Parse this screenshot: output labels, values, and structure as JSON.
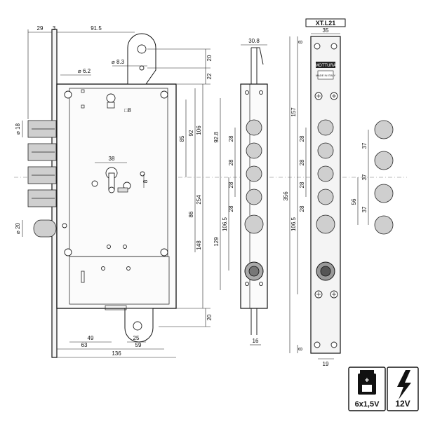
{
  "model_code": "XT.L21",
  "brand_badge": "MOTTURA",
  "made_in_badge": "MADE IN ITALY",
  "battery": {
    "label": "6x1,5V",
    "icon": "battery-icon",
    "sign": "+"
  },
  "voltage": {
    "label": "12V",
    "icon": "lightning-bolt-icon"
  },
  "dimensions": {
    "top_29": "29",
    "top_3": "3",
    "top_91_5": "91.5",
    "dia_8_3": "⌀ 8.3",
    "dia_6_2": "⌀ 6.2",
    "sq_8": "□8",
    "dia_18": "⌀ 18",
    "dia_20": "⌀ 20",
    "v_20_top": "20",
    "v_22": "22",
    "v_85": "85",
    "v_92": "92",
    "v_106": "106",
    "v_92_8": "92.8",
    "v_28_a": "28",
    "v_28_b": "28",
    "h_38": "38",
    "v_8": "8",
    "v_86": "86",
    "v_254": "254",
    "v_129": "129",
    "v_106_5": "106.5",
    "v_148": "148",
    "v_28_c": "28",
    "v_28_d": "28",
    "v_20_bot": "20",
    "h_49": "49",
    "h_63": "63",
    "h_25": "25",
    "h_59": "59",
    "h_136": "136",
    "h_30_8": "30.8",
    "h_16": "16",
    "h_35": "35",
    "v_8_top": "8",
    "v_157": "157",
    "v_356": "356",
    "v_106_5_right": "106.5",
    "v_28_r1": "28",
    "v_28_r2": "28",
    "v_28_r3": "28",
    "v_28_r4": "28",
    "v_8_bot": "8",
    "h_19": "19",
    "v_37_a": "37",
    "v_37_b": "37",
    "v_37_c": "37",
    "v_56": "56"
  }
}
